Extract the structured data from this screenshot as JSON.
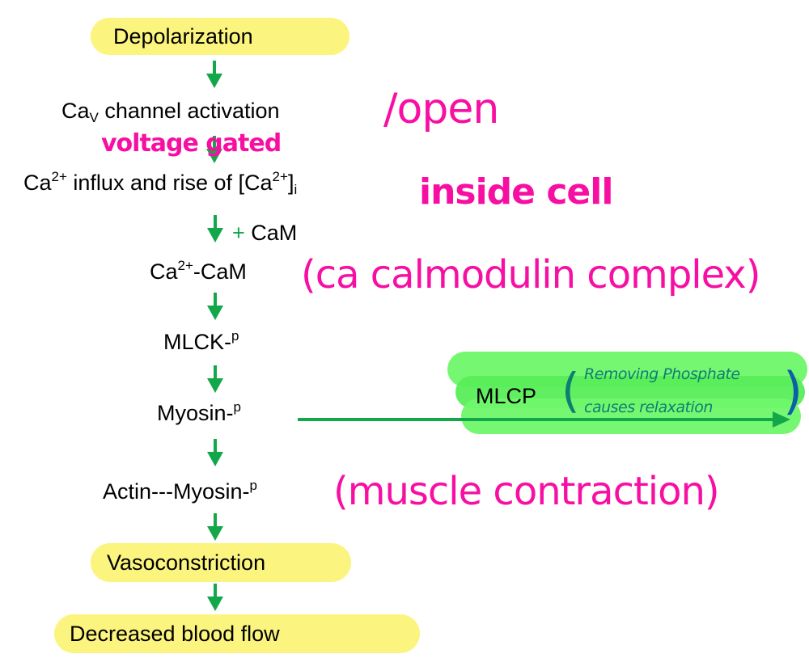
{
  "diagram": {
    "title": "Vascular smooth muscle contraction pathway",
    "colors": {
      "pill_yellow": "#fbf47e",
      "arrow_green": "#12a84a",
      "annotation_pink": "#f70fa3",
      "highlight_green": "#6ff76a",
      "annotation_teal": "#0d7f72"
    },
    "steps": [
      {
        "id": "depolarization",
        "label": "Depolarization",
        "highlighted": true
      },
      {
        "id": "cav-activation",
        "base": "Ca",
        "sub": "V",
        "rest": " channel activation"
      },
      {
        "id": "ca-influx",
        "base": "Ca",
        "sup": "2+",
        "mid": " influx and rise of [Ca",
        "sup2": "2+",
        "end": "]",
        "sub": "i"
      },
      {
        "id": "ca-cam",
        "base": "Ca",
        "sup": "2+",
        "rest": "-CaM"
      },
      {
        "id": "mlck-p",
        "base": "MLCK-",
        "sup": "p"
      },
      {
        "id": "myosin-p",
        "base": "Myosin-",
        "sup": "p"
      },
      {
        "id": "actin-myosin-p",
        "base": "Actin---Myosin-",
        "sup": "p"
      },
      {
        "id": "vasoconstriction",
        "label": "Vasoconstriction",
        "highlighted": true
      },
      {
        "id": "decreased-blood-flow",
        "label": "Decreased blood flow",
        "highlighted": true
      }
    ],
    "cofactor_label": "+ CaM",
    "branch": {
      "label": "MLCP",
      "note_line1": "Removing Phosphate",
      "note_line2": "causes relaxation",
      "paren_open": "(",
      "paren_close": ")"
    },
    "annotations": {
      "open": "/open",
      "voltage_gated": "voltage gated",
      "inside_cell": "inside cell",
      "ca_calmodulin": "(ca calmodulin complex)",
      "muscle_contraction": "(muscle contraction)"
    }
  }
}
